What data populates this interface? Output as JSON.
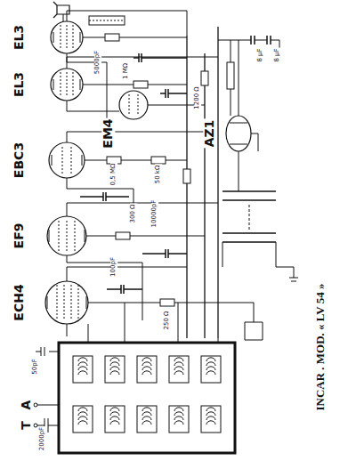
{
  "diagram": {
    "title": "INCAR . MOD. « LV 54 »",
    "labels": [
      "EL3",
      "EL3",
      "EM4",
      "EBC3",
      "EF9",
      "ECH4",
      "AZ1",
      "A",
      "T",
      "2000pF",
      "50pF",
      "300 Ω",
      "5000pF",
      "0,5 MΩ",
      "50 kΩ",
      "1 MΩ",
      "100pF",
      "250 Ω",
      "1200 Ω",
      "10000pF",
      "8 μF",
      "8 μF"
    ]
  }
}
